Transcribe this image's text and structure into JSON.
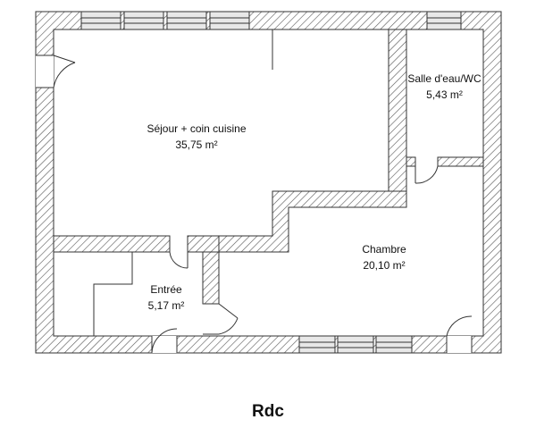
{
  "floor_title": "Rdc",
  "rooms": {
    "sejour": {
      "name": "Séjour + coin cuisine",
      "area": "35,75 m²"
    },
    "salle": {
      "name": "Salle d'eau/WC",
      "area": "5,43 m²"
    },
    "chambre": {
      "name": "Chambre",
      "area": "20,10 m²"
    },
    "entree": {
      "name": "Entrée",
      "area": "5,17 m²"
    }
  },
  "colors": {
    "wall_stroke": "#333333",
    "hatch": "#555555",
    "window_fill": "#e8e8e8"
  }
}
